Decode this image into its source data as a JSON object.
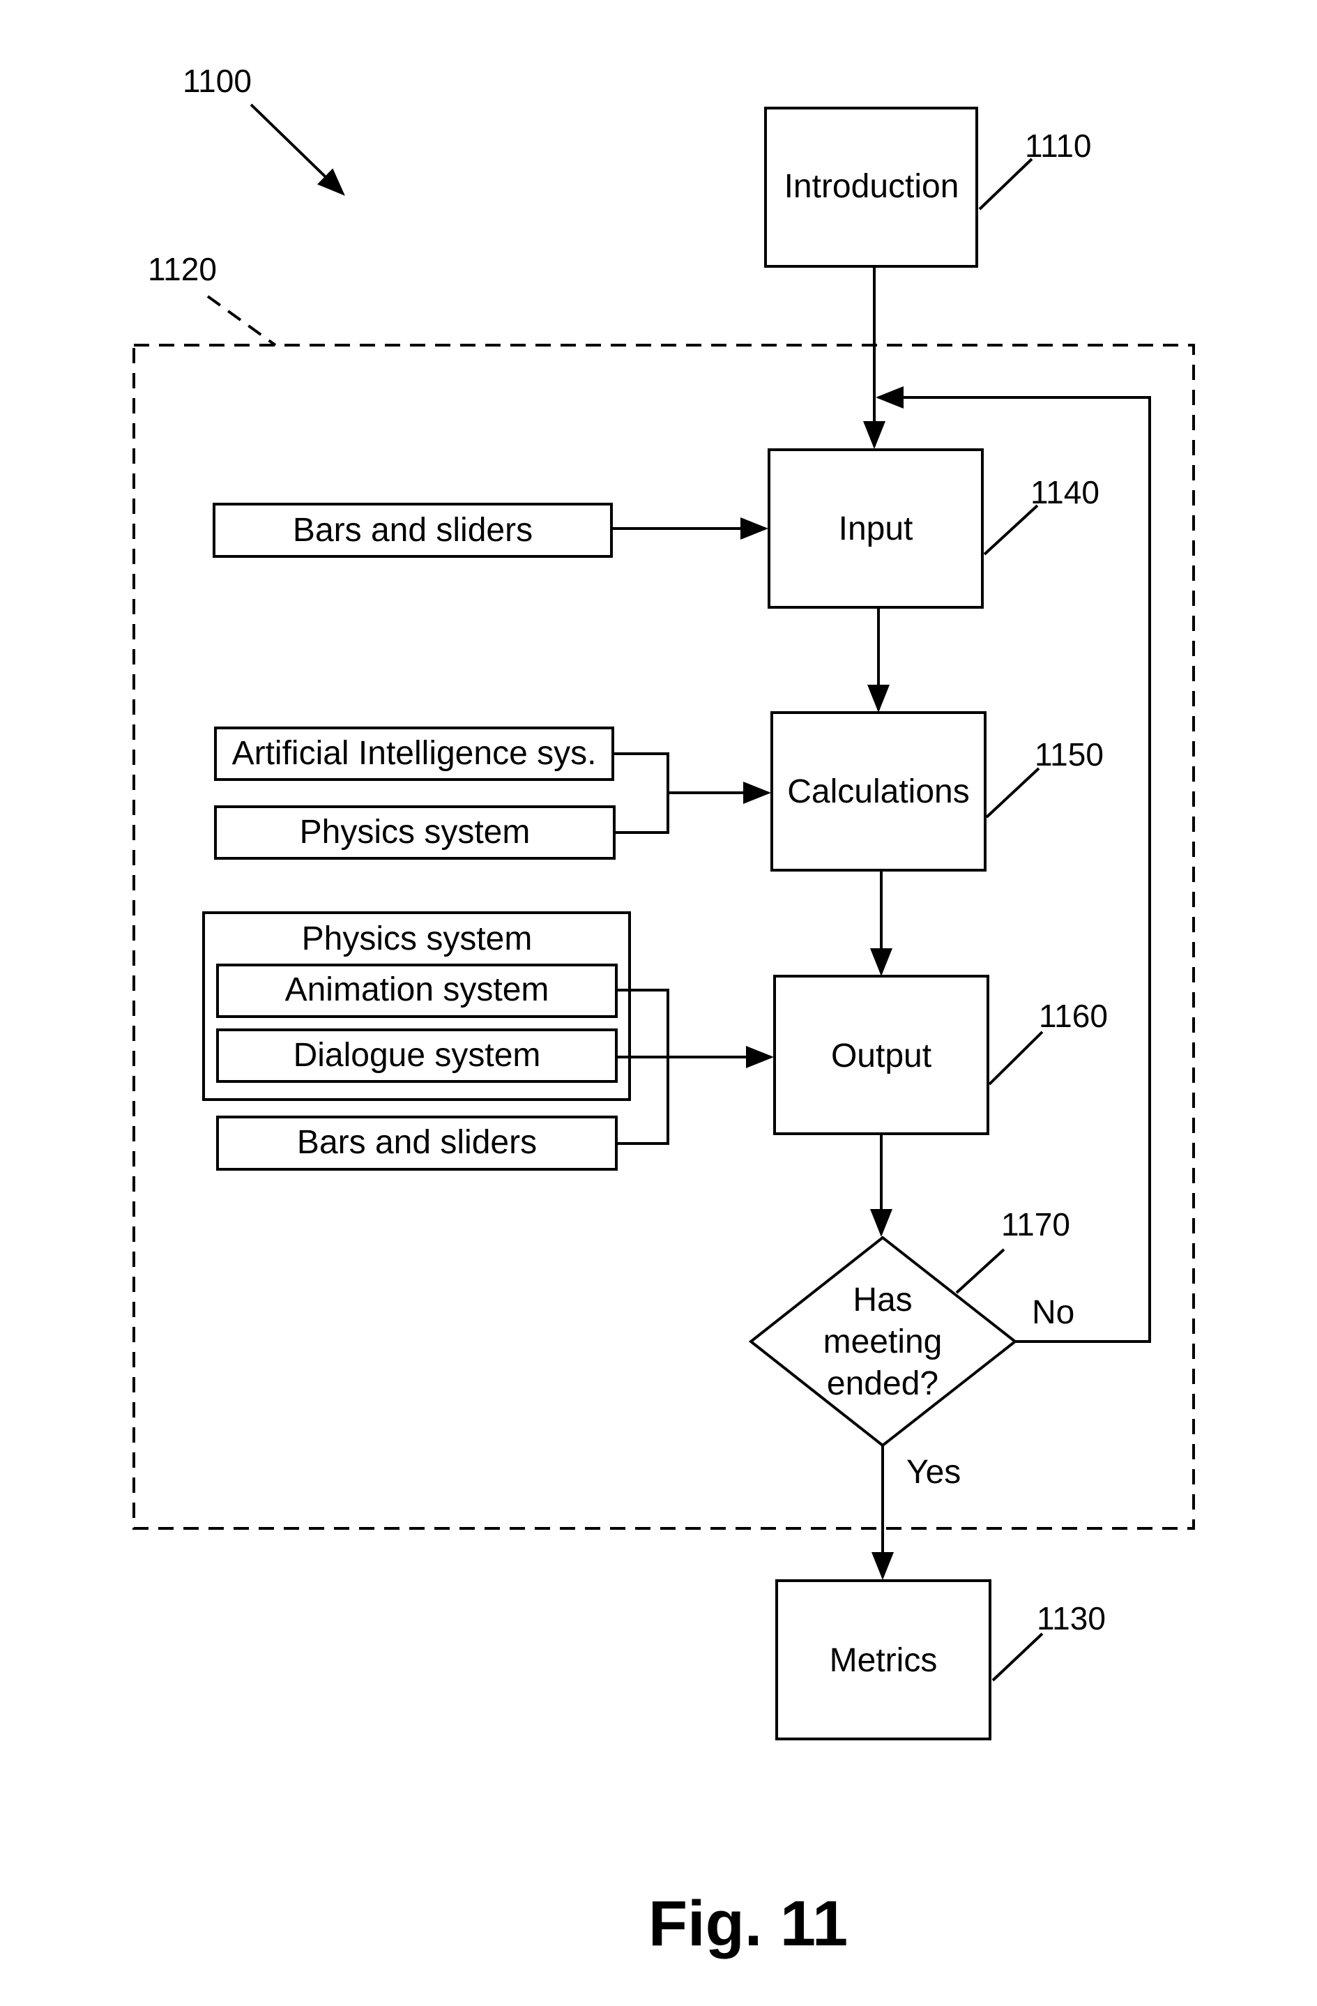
{
  "refs": {
    "r1100": "1100",
    "r1110": "1110",
    "r1120": "1120",
    "r1130": "1130",
    "r1140": "1140",
    "r1150": "1150",
    "r1160": "1160",
    "r1170": "1170"
  },
  "nodes": {
    "introduction": "Introduction",
    "input": "Input",
    "calculations": "Calculations",
    "output": "Output",
    "metrics": "Metrics",
    "decision_line1": "Has",
    "decision_line2": "meeting",
    "decision_line3": "ended?"
  },
  "inputs": {
    "bars_sliders_top": "Bars and sliders",
    "ai_system": "Artificial Intelligence sys.",
    "physics_system_calc": "Physics system",
    "physics_system_group": "Physics system",
    "animation_system": "Animation system",
    "dialogue_system": "Dialogue system",
    "bars_sliders_bottom": "Bars and sliders"
  },
  "edges": {
    "no": "No",
    "yes": "Yes"
  },
  "figure": {
    "caption": "Fig. 11"
  }
}
